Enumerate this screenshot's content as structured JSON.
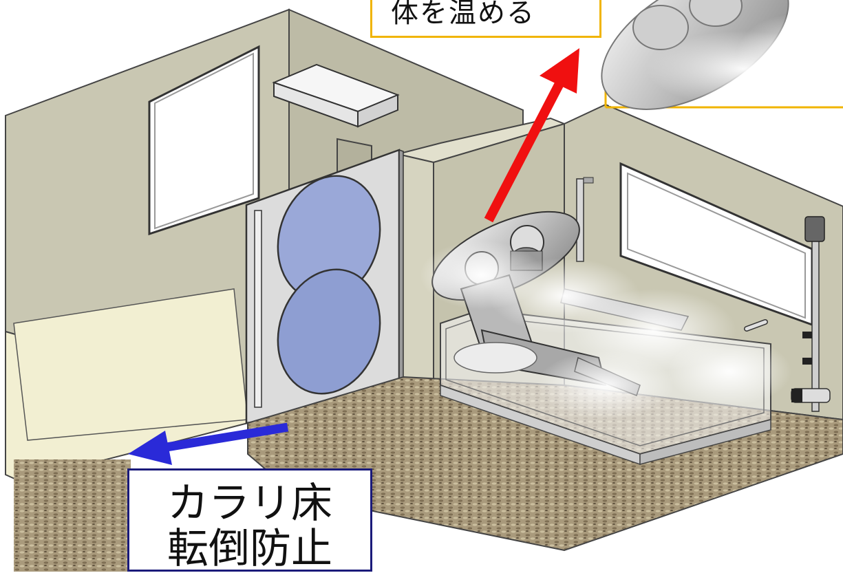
{
  "callouts": {
    "top_partial_text": "体を温める",
    "bottom_label_line1": "カラリ床",
    "bottom_label_line2": "転倒防止"
  },
  "colors": {
    "wall": "#c9c7b2",
    "floor_light": "#f2efd2",
    "carpet": "#a89878",
    "door": "#dcdcdc",
    "door_window": "#9aa8d8",
    "arrow_red": "#f01010",
    "arrow_blue": "#2a2ad8",
    "callout_border": "#f0b400",
    "label_border": "#1a1a7a"
  }
}
